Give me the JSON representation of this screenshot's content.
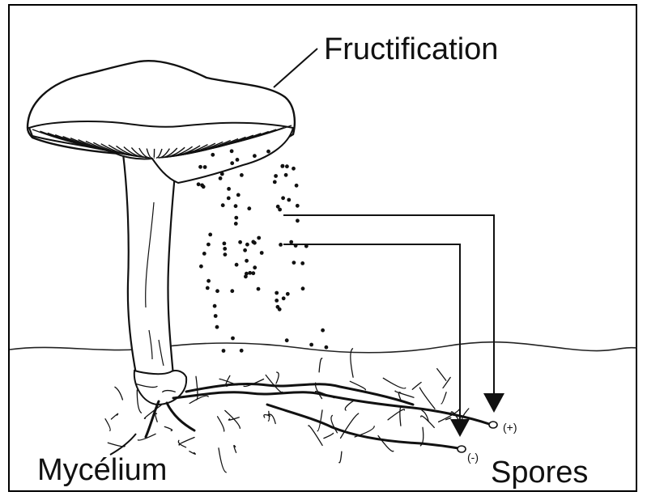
{
  "labels": {
    "fructification": "Fructification",
    "mycelium": "Mycélium",
    "spores": "Spores",
    "spore_plus": "(+)",
    "spore_minus": "(-)"
  },
  "colors": {
    "ink": "#111111",
    "background": "#ffffff"
  }
}
